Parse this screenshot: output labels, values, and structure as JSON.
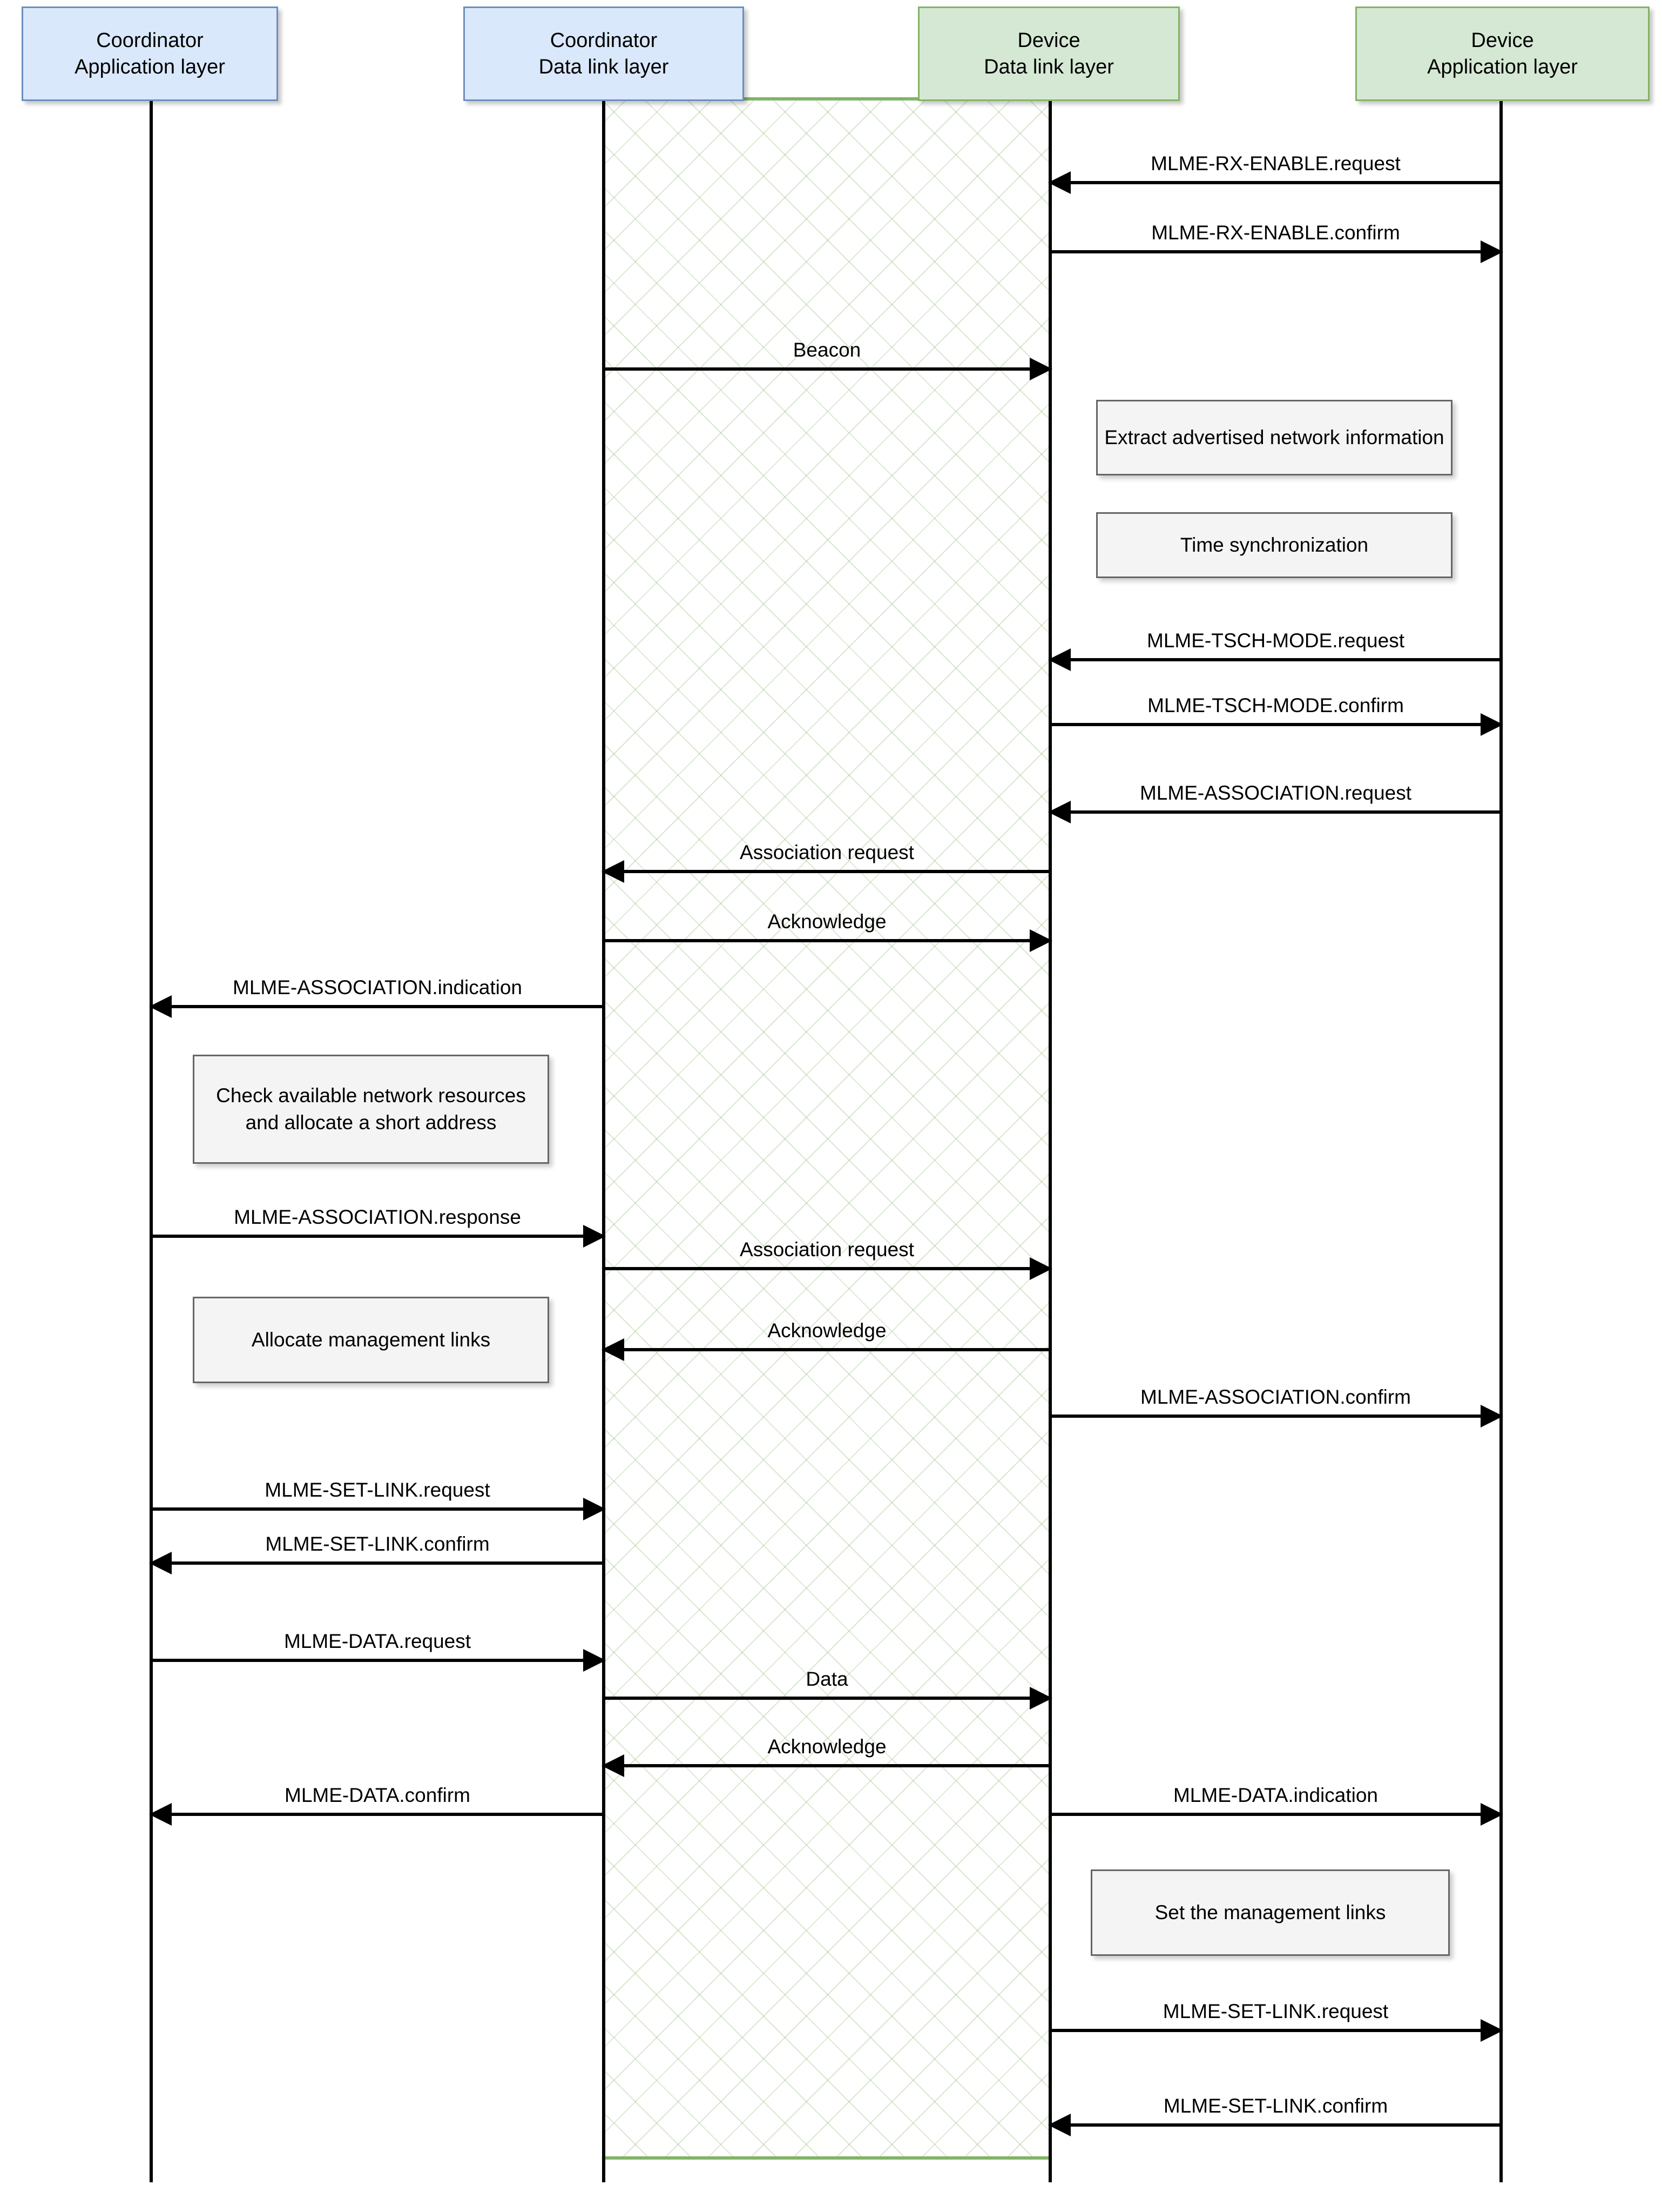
{
  "diagram": {
    "title": "IEEE 802.15.4 TSCH association sequence diagram",
    "colors": {
      "coordinator_fill": "#dae8fc",
      "coordinator_border": "#6c8ebf",
      "device_fill": "#d5e8d4",
      "device_border": "#82b366",
      "note_fill": "#f4f4f4",
      "note_border": "#666666",
      "line": "#000000"
    }
  },
  "lifelines": [
    {
      "id": "coord-app",
      "line1": "Coordinator",
      "line2": "Application layer"
    },
    {
      "id": "coord-dll",
      "line1": "Coordinator",
      "line2": "Data link layer"
    },
    {
      "id": "device-dll",
      "line1": "Device",
      "line2": "Data link layer"
    },
    {
      "id": "device-app",
      "line1": "Device",
      "line2": "Application layer"
    }
  ],
  "messages": [
    {
      "id": "m01",
      "label": "MLME-RX-ENABLE.request",
      "from": "device-app",
      "to": "device-dll",
      "dir": "left"
    },
    {
      "id": "m02",
      "label": "MLME-RX-ENABLE.confirm",
      "from": "device-dll",
      "to": "device-app",
      "dir": "right"
    },
    {
      "id": "m03",
      "label": "Beacon",
      "from": "coord-dll",
      "to": "device-dll",
      "dir": "right"
    },
    {
      "id": "m04",
      "label": "MLME-TSCH-MODE.request",
      "from": "device-app",
      "to": "device-dll",
      "dir": "left"
    },
    {
      "id": "m05",
      "label": "MLME-TSCH-MODE.confirm",
      "from": "device-dll",
      "to": "device-app",
      "dir": "right"
    },
    {
      "id": "m06",
      "label": "MLME-ASSOCIATION.request",
      "from": "device-app",
      "to": "device-dll",
      "dir": "left"
    },
    {
      "id": "m07",
      "label": "Association request",
      "from": "device-dll",
      "to": "coord-dll",
      "dir": "left"
    },
    {
      "id": "m08",
      "label": "Acknowledge",
      "from": "coord-dll",
      "to": "device-dll",
      "dir": "right"
    },
    {
      "id": "m09",
      "label": "MLME-ASSOCIATION.indication",
      "from": "coord-dll",
      "to": "coord-app",
      "dir": "left"
    },
    {
      "id": "m10",
      "label": "MLME-ASSOCIATION.response",
      "from": "coord-app",
      "to": "coord-dll",
      "dir": "right"
    },
    {
      "id": "m11",
      "label": "Association request",
      "from": "coord-dll",
      "to": "device-dll",
      "dir": "right"
    },
    {
      "id": "m12",
      "label": "Acknowledge",
      "from": "device-dll",
      "to": "coord-dll",
      "dir": "left"
    },
    {
      "id": "m13",
      "label": "MLME-ASSOCIATION.confirm",
      "from": "device-dll",
      "to": "device-app",
      "dir": "right"
    },
    {
      "id": "m14",
      "label": "MLME-SET-LINK.request",
      "from": "coord-app",
      "to": "coord-dll",
      "dir": "right"
    },
    {
      "id": "m15",
      "label": "MLME-SET-LINK.confirm",
      "from": "coord-dll",
      "to": "coord-app",
      "dir": "left"
    },
    {
      "id": "m16",
      "label": "MLME-DATA.request",
      "from": "coord-app",
      "to": "coord-dll",
      "dir": "right"
    },
    {
      "id": "m17",
      "label": "Data",
      "from": "coord-dll",
      "to": "device-dll",
      "dir": "right"
    },
    {
      "id": "m18",
      "label": "Acknowledge",
      "from": "device-dll",
      "to": "coord-dll",
      "dir": "left"
    },
    {
      "id": "m19",
      "label": "MLME-DATA.confirm",
      "from": "coord-dll",
      "to": "coord-app",
      "dir": "left"
    },
    {
      "id": "m20",
      "label": "MLME-DATA.indication",
      "from": "device-dll",
      "to": "device-app",
      "dir": "right"
    },
    {
      "id": "m21",
      "label": "MLME-SET-LINK.request",
      "from": "device-dll",
      "to": "device-app",
      "dir": "right"
    },
    {
      "id": "m22",
      "label": "MLME-SET-LINK.confirm",
      "from": "device-app",
      "to": "device-dll",
      "dir": "left"
    }
  ],
  "notes": [
    {
      "id": "n1",
      "text": "Extract advertised network information"
    },
    {
      "id": "n2",
      "text": "Time synchronization"
    },
    {
      "id": "n3",
      "text": "Check available network resources and allocate a short address"
    },
    {
      "id": "n4",
      "text": "Allocate management links"
    },
    {
      "id": "n5",
      "text": "Set the management links"
    }
  ]
}
